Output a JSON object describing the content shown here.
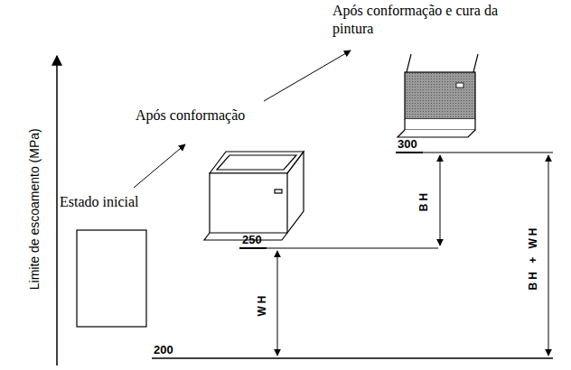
{
  "diagram": {
    "labels": [
      "Após conformação e cura da pintura",
      "Após conformação",
      "Estado inicial",
      "Limite de escoamento (MPa)",
      "300",
      "250",
      "200",
      "BH",
      "WH",
      "BH + WH"
    ]
  }
}
